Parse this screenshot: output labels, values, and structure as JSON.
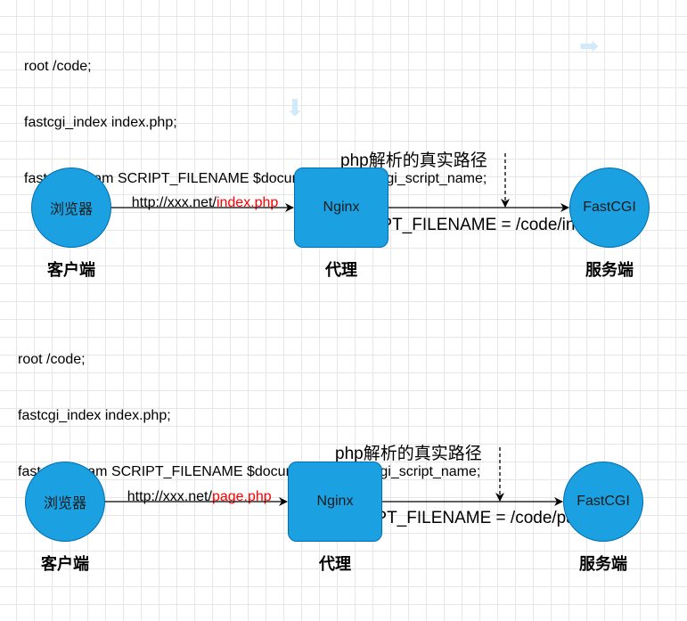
{
  "panels": [
    {
      "config_lines": [
        "root /code;",
        "fastcgi_index index.php;",
        "fastcgi_param SCRIPT_FILENAME $documet_root$fastcgi_script_name;"
      ],
      "annotation_lines": [
        "php解析的真实路径",
        "SCRIPT_FILENAME = /code/index.php"
      ],
      "url_prefix": "http://xxx.net/",
      "url_highlight": "index.php",
      "client_label": "浏览器",
      "client_caption": "客户端",
      "proxy_label": "Nginx",
      "proxy_caption": "代理",
      "server_label": "FastCGI",
      "server_caption": "服务端"
    },
    {
      "config_lines": [
        "root /code;",
        "fastcgi_index index.php;",
        "fastcgi_param SCRIPT_FILENAME $documet_root$fastcgi_script_name;"
      ],
      "annotation_lines": [
        "php解析的真实路径",
        "SCRIPT_FILENAME = /code/page.php"
      ],
      "url_prefix": "http://xxx.net/",
      "url_highlight": "page.php",
      "client_label": "浏览器",
      "client_caption": "客户端",
      "proxy_label": "Nginx",
      "proxy_caption": "代理",
      "server_label": "FastCGI",
      "server_caption": "服务端"
    }
  ],
  "colors": {
    "node_fill": "#1ba1e2",
    "node_stroke": "#006eaf",
    "highlight": "#ff0000",
    "arrow": "#000000"
  },
  "icons": {
    "ghost_right": "right-arrow-icon",
    "ghost_down": "down-arrow-icon"
  }
}
